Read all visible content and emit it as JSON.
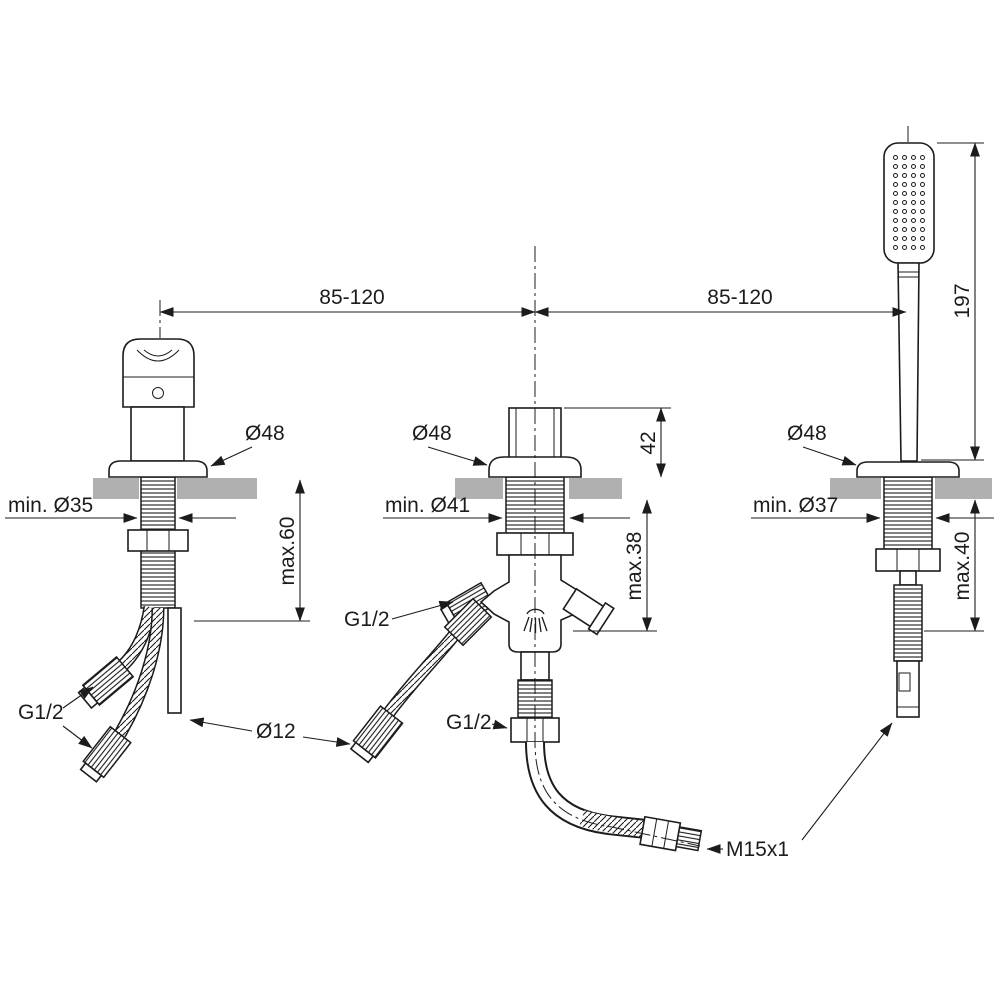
{
  "meta": {
    "background": "#ffffff",
    "line_color": "#1c1c1c",
    "deck_color": "#b0b0b0"
  },
  "labels": {
    "span_left": "85-120",
    "span_right": "85-120",
    "shower_height": "197",
    "middle_top_height": "42",
    "left_max_thickness": "max.60",
    "middle_max_thickness": "max.38",
    "right_max_thickness": "max.40",
    "left_min_hole": "min. Ø35",
    "middle_min_hole": "min. Ø41",
    "right_min_hole": "min. Ø37",
    "left_flange_dia": "Ø48",
    "middle_flange_dia": "Ø48",
    "right_flange_dia": "Ø48",
    "left_connection": "G1/2",
    "middle_connection_top": "G1/2",
    "middle_connection_bottom": "G1/2",
    "pipe_dia": "Ø12",
    "shower_hose_connection": "M15x1"
  }
}
